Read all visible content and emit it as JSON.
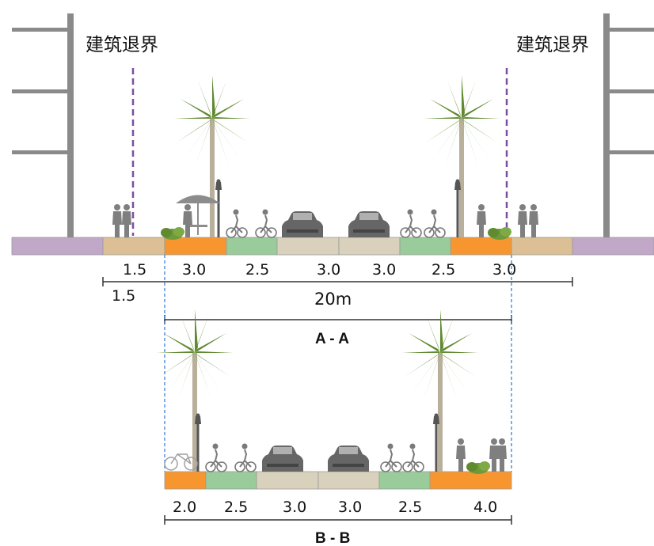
{
  "setback_label": "建筑退界",
  "colors": {
    "sidewalk": "#dcbf95",
    "planting": "#f7962f",
    "bike": "#9acb9a",
    "road": "#d9d1bc",
    "building_zone": "#c1a8c8",
    "setback_line": "#7a4fa0",
    "guide_line": "#3b7fd8",
    "tree_green": "#5f8a2f",
    "trunk": "#b9b09b",
    "silhouette": "#808080"
  },
  "section_aa": {
    "title": "A - A",
    "width_labels": [
      "1.5",
      "3.0",
      "2.5",
      "3.0",
      "3.0",
      "2.5",
      "3.0"
    ],
    "extra_label": "1.5",
    "total_label": "20m"
  },
  "section_bb": {
    "title": "B - B",
    "width_labels": [
      "2.0",
      "2.5",
      "3.0",
      "3.0",
      "2.5",
      "4.0"
    ]
  }
}
